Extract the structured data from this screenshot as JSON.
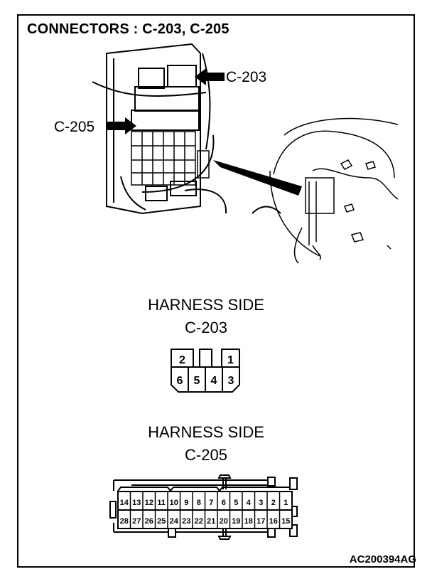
{
  "title": "CONNECTORS : C-203, C-205",
  "callouts": {
    "c203": "C-203",
    "c205": "C-205"
  },
  "c203": {
    "heading": "HARNESS SIDE",
    "name": "C-203",
    "top_row": [
      "2",
      "",
      "1"
    ],
    "bottom_row": [
      "6",
      "5",
      "4",
      "3"
    ]
  },
  "c205": {
    "heading": "HARNESS SIDE",
    "name": "C-205",
    "top_row": [
      "14",
      "13",
      "12",
      "11",
      "10",
      "9",
      "8",
      "7",
      "6",
      "5",
      "4",
      "3",
      "2",
      "1"
    ],
    "bottom_row": [
      "28",
      "27",
      "26",
      "25",
      "24",
      "23",
      "22",
      "21",
      "20",
      "19",
      "18",
      "17",
      "16",
      "15"
    ]
  },
  "figure_code": "AC200394AG"
}
